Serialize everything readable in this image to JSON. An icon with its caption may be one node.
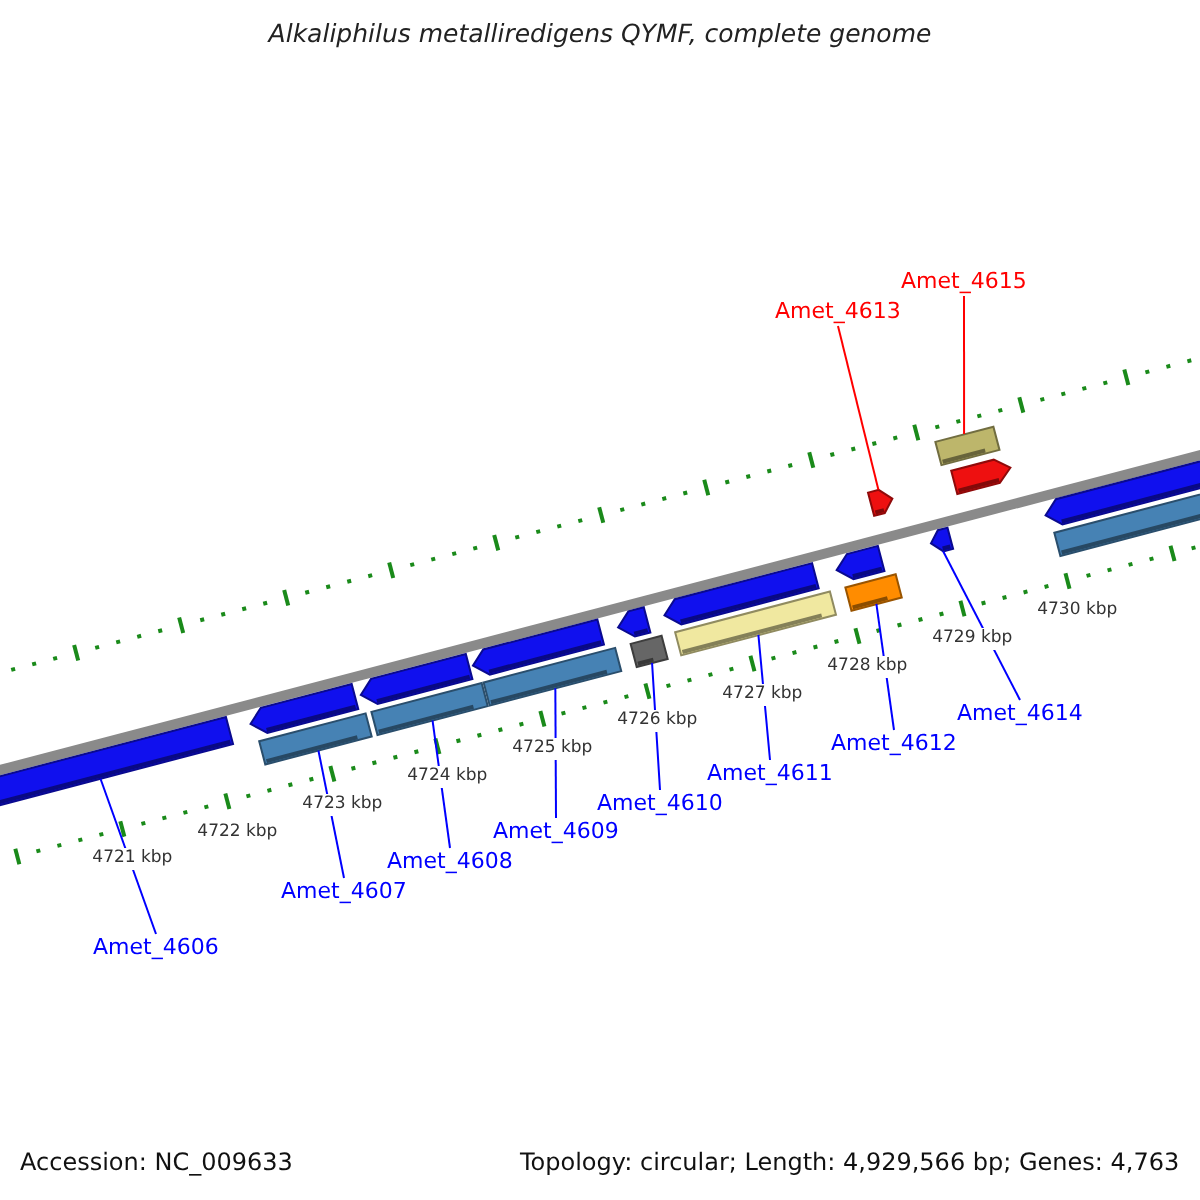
{
  "diagram": {
    "title": "Alkaliphilus metalliredigens QYMF, complete genome",
    "nodes": [
      {
        "text": [
          "Amet_4615"
        ]
      },
      {
        "text": [
          "Amet_4613"
        ]
      },
      {
        "text": [
          "Amet_4614"
        ]
      },
      {
        "text": [
          "Amet_4612"
        ]
      },
      {
        "text": [
          "Amet_4611"
        ]
      },
      {
        "text": [
          "Amet_4610"
        ]
      },
      {
        "text": [
          "Amet_4609"
        ]
      },
      {
        "text": [
          "Amet_4608"
        ]
      },
      {
        "text": [
          "Amet_4607"
        ]
      },
      {
        "text": [
          "Amet_4606"
        ]
      },
      {
        "text": [],
        "shape": "arrow"
      },
      {
        "text": [],
        "shape": "bar"
      },
      {
        "text": [],
        "shape": "bar"
      },
      {
        "text": [],
        "shape": "bar"
      },
      {
        "text": [],
        "shape": "bar"
      },
      {
        "text": [],
        "shape": "bar"
      },
      {
        "text": [],
        "shape": "bar"
      },
      {
        "text": [],
        "shape": "arrow"
      },
      {
        "text": [],
        "shape": "arrow"
      },
      {
        "text": [],
        "shape": "bar"
      }
    ],
    "edges": [
      {
        "from": 0,
        "to": 19,
        "arrow": "none",
        "color": "#ff0000"
      },
      {
        "from": 1,
        "to": 17,
        "arrow": "none",
        "color": "#ff0000"
      },
      {
        "from": 2,
        "to": 18,
        "arrow": "none"
      },
      {
        "from": 3,
        "to": 16,
        "arrow": "none"
      },
      {
        "from": 4,
        "to": 15,
        "arrow": "none"
      },
      {
        "from": 5,
        "to": 14,
        "arrow": "none"
      },
      {
        "from": 6,
        "to": 13,
        "arrow": "none"
      },
      {
        "from": 7,
        "to": 12,
        "arrow": "none"
      },
      {
        "from": 8,
        "to": 11,
        "arrow": "none"
      },
      {
        "from": 9,
        "to": 10,
        "arrow": "none"
      }
    ],
    "labels": [
      "4721 kbp",
      "4722 kbp",
      "4723 kbp",
      "4724 kbp",
      "4725 kbp",
      "4726 kbp",
      "4727 kbp",
      "4728 kbp",
      "4729 kbp",
      "4730 kbp",
      "Accession: NC_009633",
      "Topology: circular; Length: 4,929,566 bp; Genes: 4,763"
    ]
  }
}
